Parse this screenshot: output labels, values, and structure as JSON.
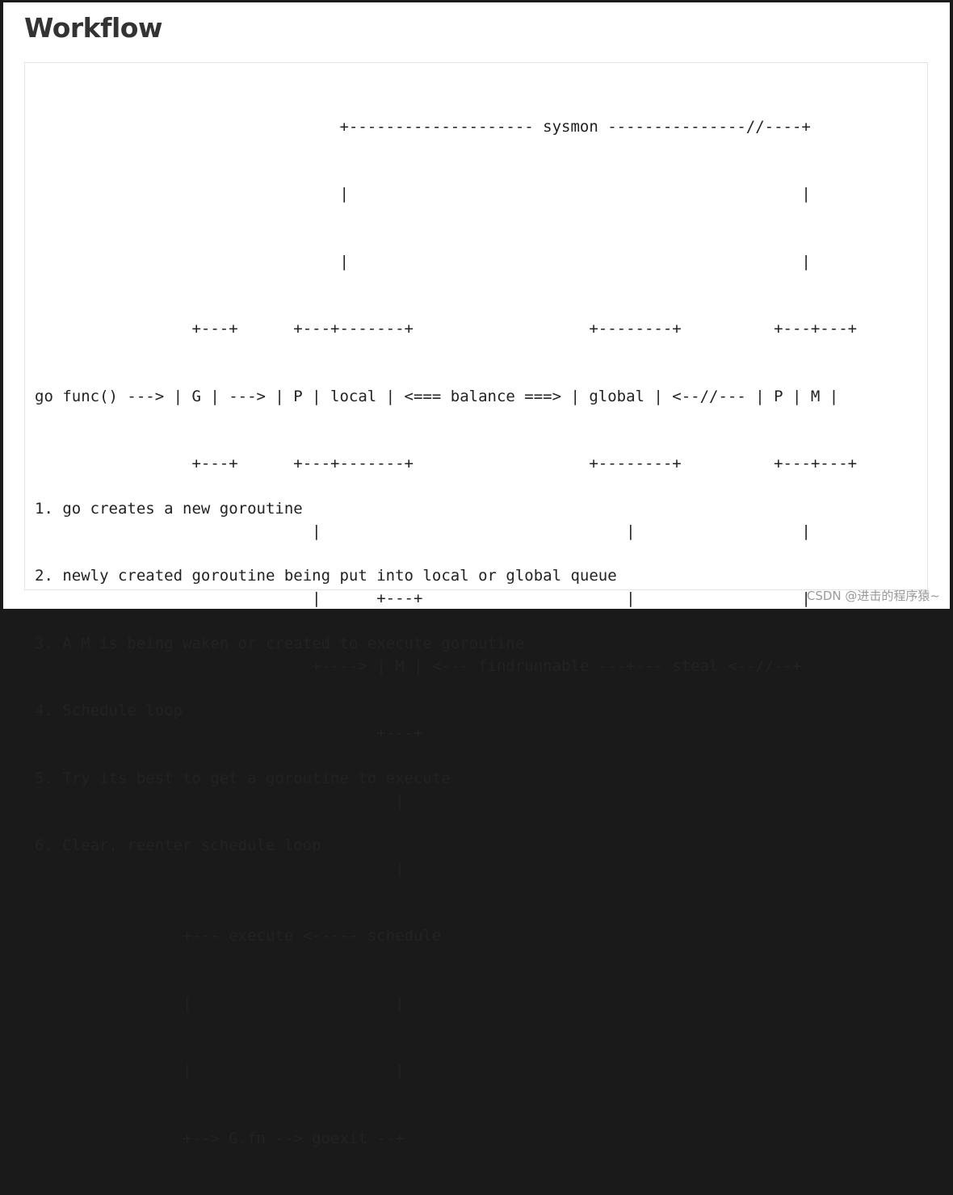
{
  "heading": "Workflow",
  "diagram": {
    "lines": [
      "                                 +-------------------- sysmon ---------------//----+",
      "                                 |                                                 |",
      "                                 |                                                 |",
      "                 +---+      +---+-------+                   +--------+          +---+---+",
      "go func() ---> | G | ---> | P | local | <=== balance ===> | global | <--//--- | P | M |",
      "                 +---+      +---+-------+                   +--------+          +---+---+",
      "                              |                                 |                  |",
      "                              |      +---+                      |                  |",
      "                              +----> | M | <--- findrunnable ---+--- steal <--//--+",
      "                                     +---+",
      "                                       |",
      "                                       |",
      "                +--- execute <----- schedule",
      "                |                      |",
      "                |                      |",
      "                +--> G.fn --> goexit --+"
    ]
  },
  "steps": [
    "1. go creates a new goroutine",
    "2. newly created goroutine being put into local or global queue",
    "3. A M is being waken or created to execute goroutine",
    "4. Schedule loop",
    "5. Try its best to get a goroutine to execute",
    "6. Clear, reenter schedule loop"
  ],
  "watermark": "CSDN @进击的程序猿~"
}
